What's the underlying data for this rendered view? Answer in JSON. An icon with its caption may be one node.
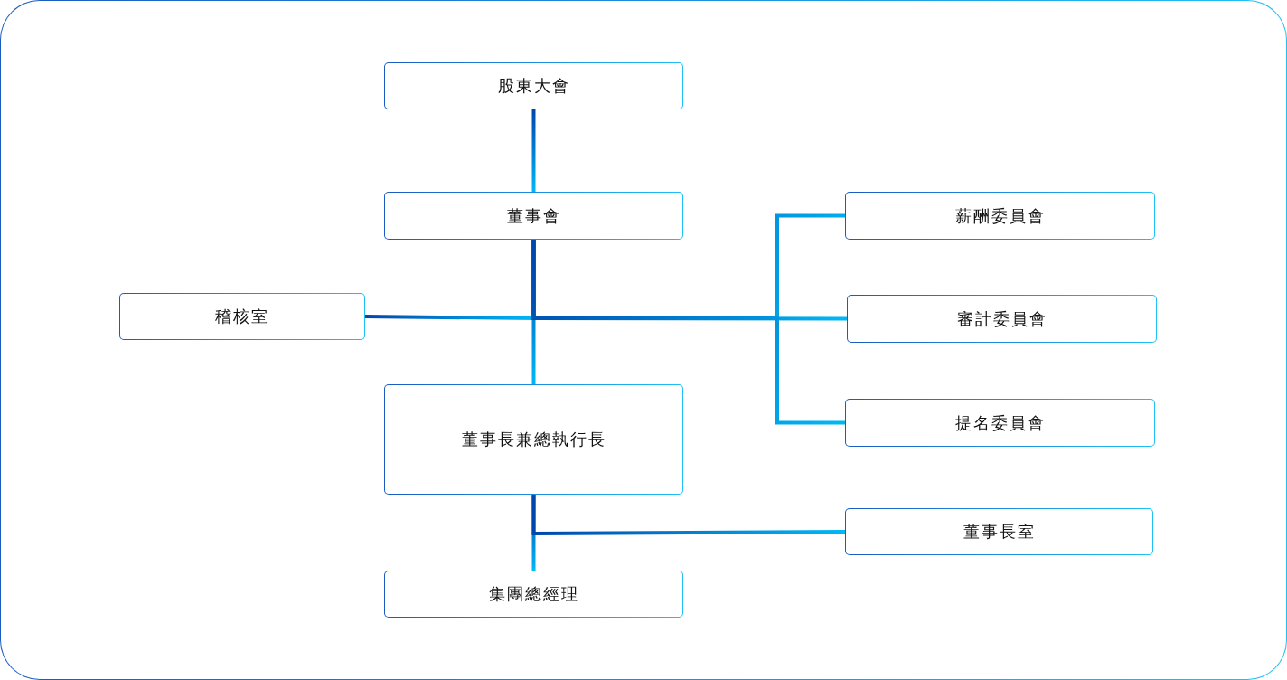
{
  "diagram": {
    "nodes": [
      {
        "text": [
          "股東大會"
        ]
      },
      {
        "text": [
          "董事會"
        ]
      },
      {
        "text": [
          "稽核室"
        ]
      },
      {
        "text": [
          "薪酬委員會"
        ]
      },
      {
        "text": [
          "審計委員會"
        ]
      },
      {
        "text": [
          "提名委員會"
        ]
      },
      {
        "text": [
          "董事長兼總執行長"
        ]
      },
      {
        "text": [
          "董事長室"
        ]
      },
      {
        "text": [
          "集團總經理"
        ]
      }
    ],
    "edges": [
      {
        "from": 0,
        "to": 1,
        "arrow": "none"
      },
      {
        "from": 1,
        "to": 6,
        "arrow": "none"
      },
      {
        "from": 1,
        "to": 2,
        "arrow": "none"
      },
      {
        "from": 1,
        "to": 4,
        "arrow": "none"
      },
      {
        "from": 1,
        "to": 3,
        "arrow": "none"
      },
      {
        "from": 1,
        "to": 5,
        "arrow": "none"
      },
      {
        "from": 6,
        "to": 8,
        "arrow": "none"
      },
      {
        "from": 6,
        "to": 7,
        "arrow": "none"
      }
    ]
  }
}
